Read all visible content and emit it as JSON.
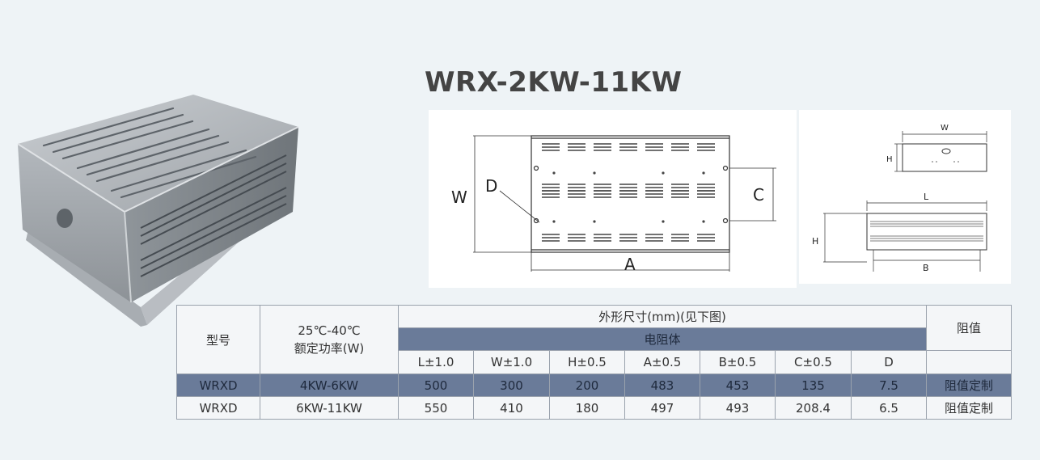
{
  "title": "WRX-2KW-11KW",
  "drawings": {
    "top_view": {
      "label_w": "W",
      "label_d": "D",
      "label_c": "C",
      "label_a": "A"
    },
    "side_view": {
      "label_w": "W",
      "label_h_top": "H",
      "label_l": "L",
      "label_h_bottom": "H",
      "label_b": "B"
    }
  },
  "table": {
    "header": {
      "model": "型号",
      "power_line1": "25℃-40℃",
      "power_line2": "额定功率(W)",
      "dimensions": "外形尺寸(mm)(见下图)",
      "resistor_body": "电阻体",
      "resistance": "阻值",
      "columns": [
        "L±1.0",
        "W±1.0",
        "H±0.5",
        "A±0.5",
        "B±0.5",
        "C±0.5",
        "D"
      ]
    },
    "rows": [
      {
        "model": "WRXD",
        "power": "4KW-6KW",
        "values": [
          "500",
          "300",
          "200",
          "483",
          "453",
          "135",
          "7.5"
        ],
        "resistance": "阻值定制"
      },
      {
        "model": "WRXD",
        "power": "6KW-11KW",
        "values": [
          "550",
          "410",
          "180",
          "497",
          "493",
          "208.4",
          "6.5"
        ],
        "resistance": "阻值定制"
      }
    ]
  }
}
